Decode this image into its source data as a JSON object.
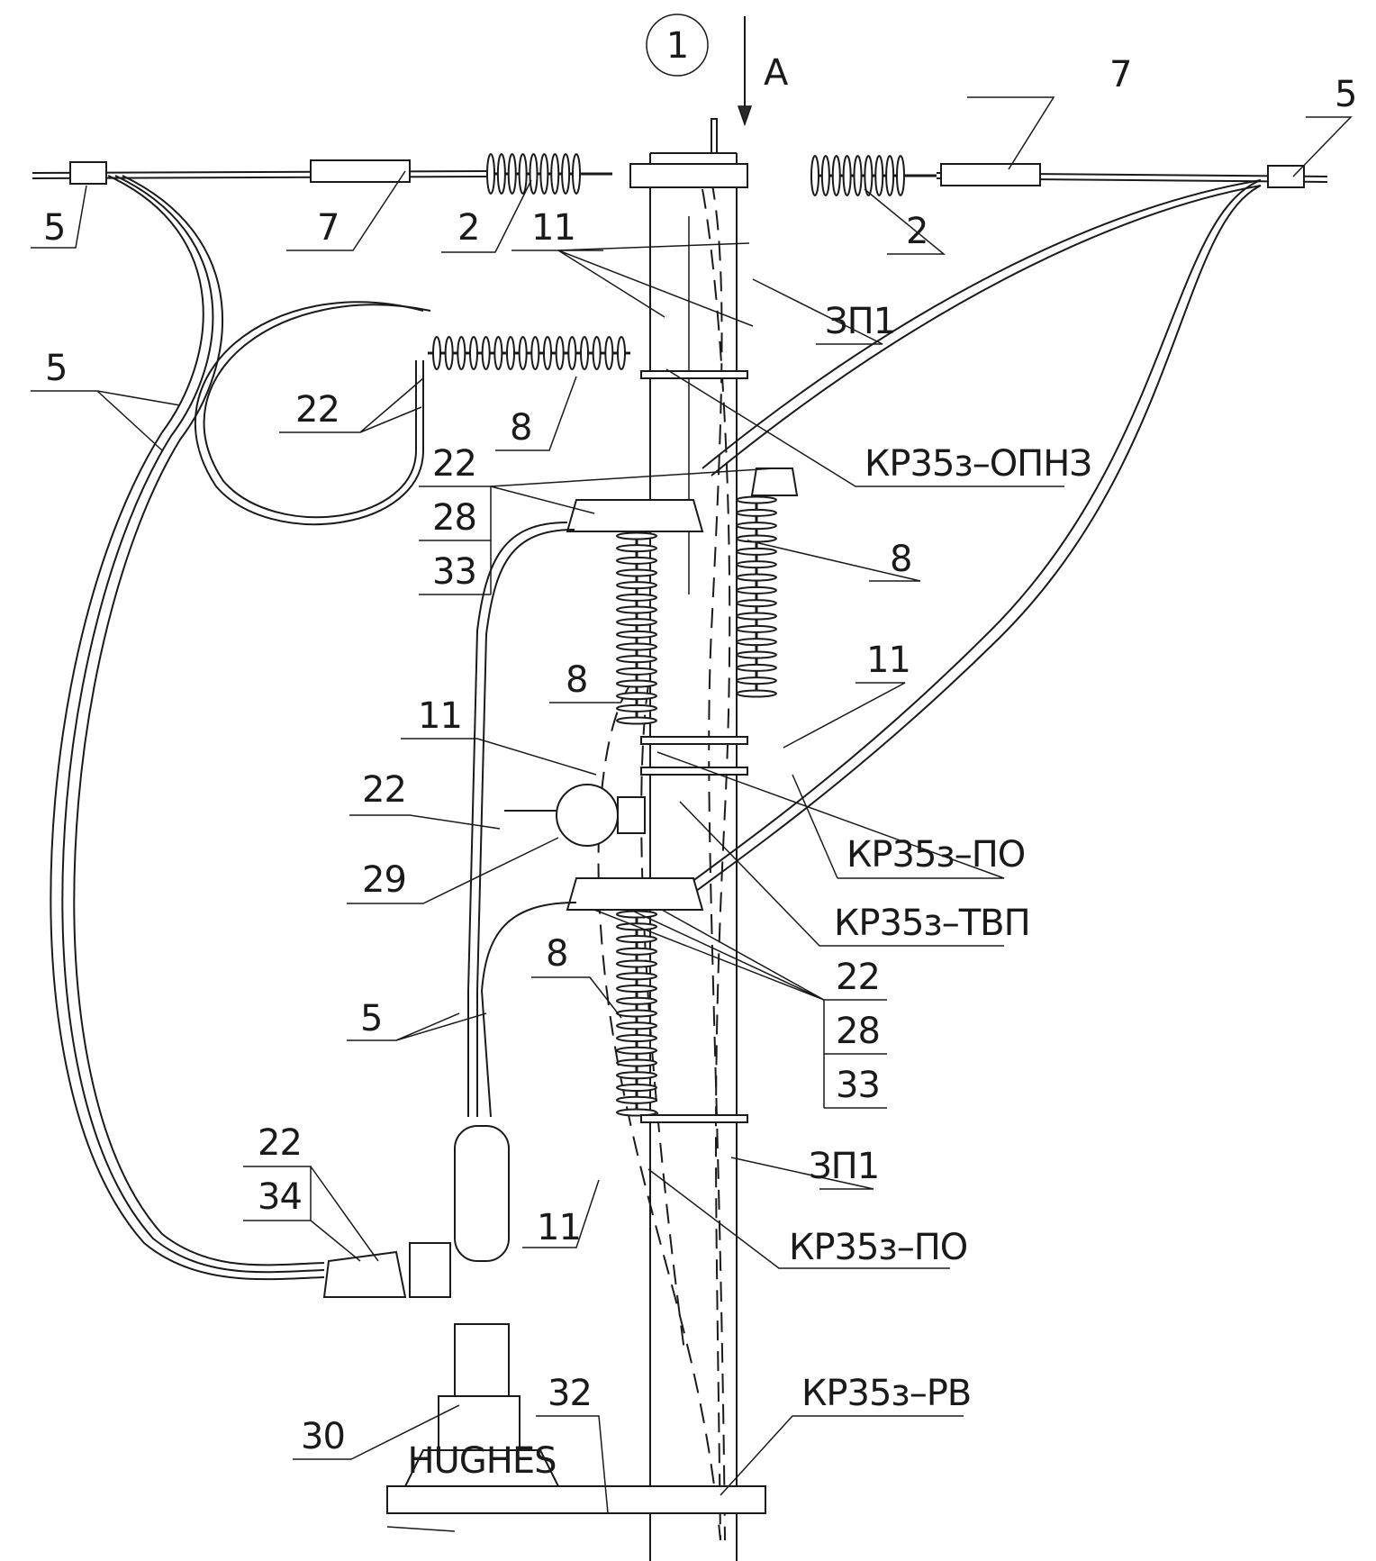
{
  "view": {
    "number": "1",
    "arrow_label": "А"
  },
  "callouts": {
    "l5_tl": "5",
    "l7_l": "7",
    "l2_l": "2",
    "l11_top": "11",
    "l7_r": "7",
    "l5_tr": "5",
    "l2_r": "2",
    "l3p1_top": "ЗП1",
    "l5_left": "5",
    "l22_loop": "22",
    "l8_top": "8",
    "l_opn": "КР35з–ОПНЗ",
    "l22_a": "22",
    "l28_a": "28",
    "l33_a": "33",
    "l8_right": "8",
    "l8_mid": "8",
    "l11_right": "11",
    "l11_mid": "11",
    "l22_mid": "22",
    "l29": "29",
    "l_po1": "КР35з–ПО",
    "l_tvp": "КР35з–ТВП",
    "l8_low": "8",
    "l22_b": "22",
    "l28_b": "28",
    "l33_b": "33",
    "l5_low": "5",
    "l3p1_low": "ЗП1",
    "l22_c": "22",
    "l34": "34",
    "l11_low": "11",
    "l_po2": "КР35з–ПО",
    "l32": "32",
    "l_rv": "КР35з–РВ",
    "l30": "30",
    "brand": "HUGHES"
  }
}
